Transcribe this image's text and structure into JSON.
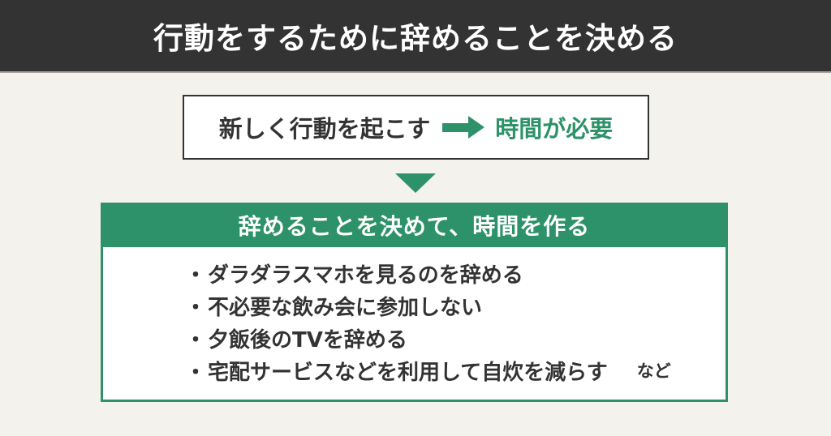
{
  "colors": {
    "accent_green": "#2d9269",
    "title_bar_bg": "#333333",
    "page_bg": "#f4f2ec",
    "text_dark": "#333333"
  },
  "header": {
    "title": "行動をするために辞めることを決める"
  },
  "premise_box": {
    "left_text": "新しく行動を起こす",
    "right_text": "時間が必要"
  },
  "solution_box": {
    "header": "辞めることを決めて、時間を作る",
    "bullet": "・",
    "items": [
      "ダラダラスマホを見るのを辞める",
      "不必要な飲み会に参加しない",
      "夕飯後のTVを辞める",
      "宅配サービスなどを利用して自炊を減らす"
    ],
    "suffix": "など"
  }
}
